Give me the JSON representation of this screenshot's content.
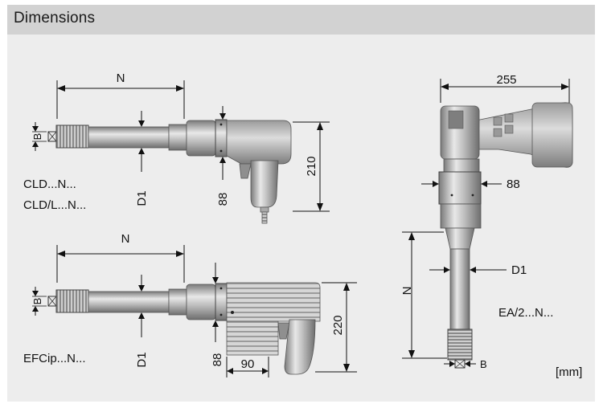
{
  "header": {
    "title": "Dimensions"
  },
  "colors": {
    "panel": "#ededed",
    "header": "#d2d2d2",
    "tool_dark": "#8e8e8e",
    "tool_light": "#e6e6e6"
  },
  "tool_top_left": {
    "models": [
      "CLD...N...",
      "CLD/L...N..."
    ],
    "dim_length": "N",
    "dim_height": "210",
    "dim_diameter": "D1",
    "dim_ring": "88",
    "dim_square": "B"
  },
  "tool_bottom_left": {
    "models": [
      "EFCip...N..."
    ],
    "dim_length": "N",
    "dim_height": "220",
    "dim_width": "90",
    "dim_diameter": "D1",
    "dim_ring": "88",
    "dim_square": "B"
  },
  "tool_right": {
    "models": [
      "EA/2...N..."
    ],
    "dim_width": "255",
    "dim_ring": "88",
    "dim_diameter": "D1",
    "dim_length": "N",
    "dim_square": "B"
  },
  "unit": "[mm]"
}
